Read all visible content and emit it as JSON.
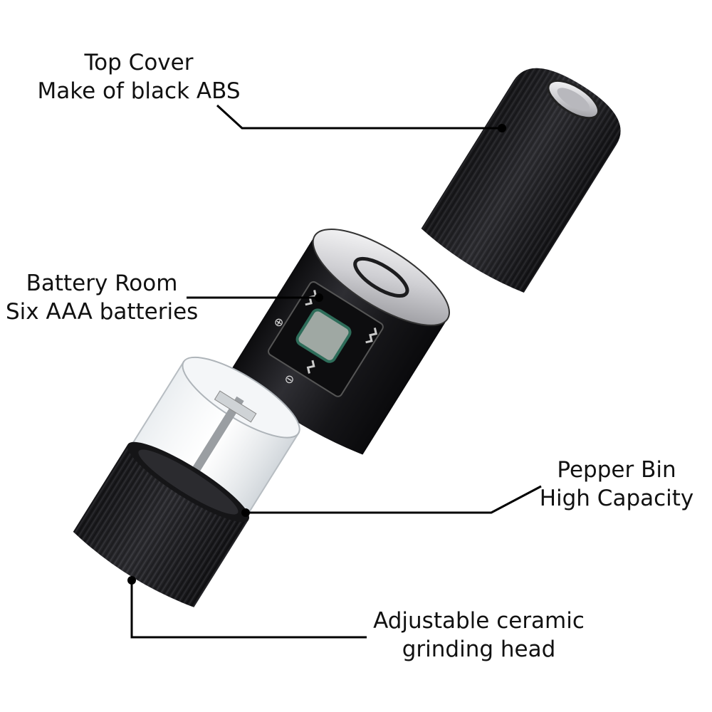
{
  "callouts": {
    "top_cover": {
      "line1": "Top Cover",
      "line2": "Make of black ABS"
    },
    "battery_room": {
      "line1": "Battery Room",
      "line2": "Six AAA batteries"
    },
    "pepper_bin": {
      "line1": "Pepper Bin",
      "line2": "High Capacity"
    },
    "grinding_head": {
      "line1": "Adjustable ceramic",
      "line2": "grinding head"
    }
  },
  "battery_markings": {
    "plus": "⊕",
    "minus": "⊖"
  },
  "colors": {
    "body_black": "#1c1c1e",
    "rib_dark": "#0d0d0f",
    "rib_light": "#3a3a3e",
    "silver": "#d9d9dc",
    "leader_line": "#000000",
    "text": "#111111"
  },
  "icons": {
    "top_cover": "ribbed-black-cap-icon",
    "battery_room": "battery-compartment-icon",
    "pepper_bin": "clear-bin-icon",
    "grinding_head": "ribbed-grinder-base-icon"
  }
}
